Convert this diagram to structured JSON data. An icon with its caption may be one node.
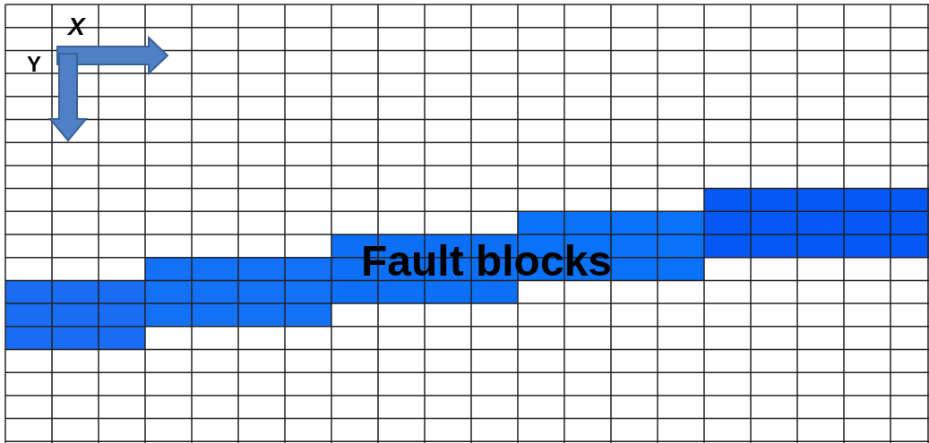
{
  "diagram": {
    "labels": [
      "X",
      "Y",
      "Fault blocks"
    ]
  }
}
